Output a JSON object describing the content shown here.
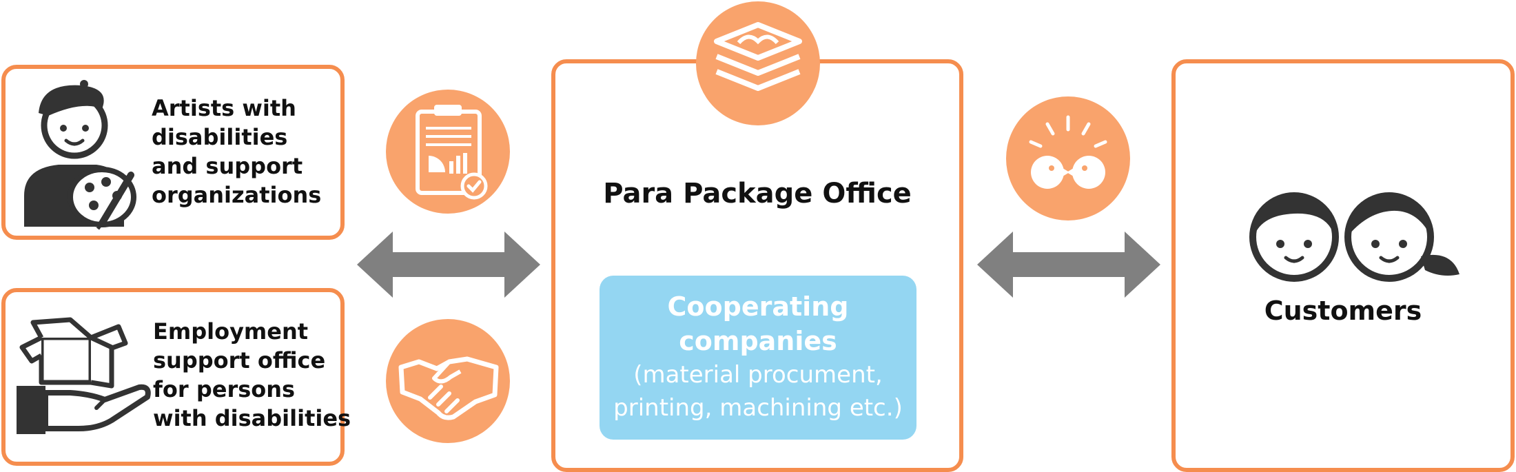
{
  "left": {
    "artists_label": "Artists with\ndisabilities\nand  support\norganizations",
    "employment_label": "Employment\nsupport office\nfor persons\nwith disabilities"
  },
  "center": {
    "title": "Para Package Office",
    "cooperating": {
      "title": "Cooperating\ncompanies",
      "detail": "(material procument,\nprinting, machining etc.)"
    }
  },
  "right": {
    "label": "Customers"
  },
  "icons": {
    "artist": "artist-with-palette-icon",
    "employment": "box-on-hand-icon",
    "clipboard": "clipboard-report-icon",
    "handshake": "handshake-icon",
    "layers": "stacked-layers-icon",
    "conversation": "conversation-icon",
    "customers": "two-faces-icon"
  },
  "colors": {
    "accent": "#f58d4e",
    "circle": "#f9a36c",
    "cooperating_bg": "#94d6f2",
    "arrow": "#808080",
    "icon_dark": "#333333"
  }
}
